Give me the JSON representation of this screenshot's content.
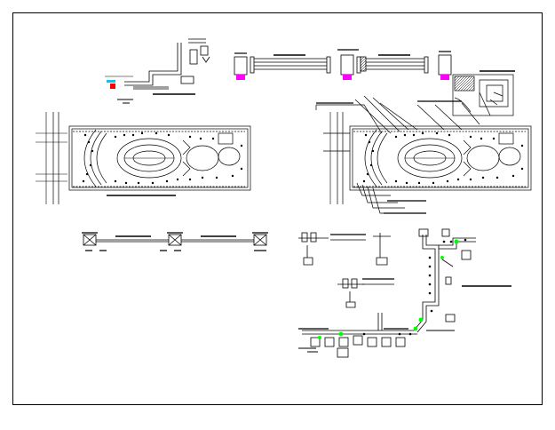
{
  "drawing": {
    "background": "#ffffff",
    "line_color": "#000000",
    "accent_magenta": "#ff00ff",
    "accent_green": "#00ff00",
    "accent_cyan": "#00c8ff",
    "views": [
      {
        "id": "top-left-detail",
        "label": ""
      },
      {
        "id": "top-pipe-elevation",
        "label": ""
      },
      {
        "id": "left-site-plan",
        "label": ""
      },
      {
        "id": "right-site-plan",
        "label": ""
      },
      {
        "id": "left-equipment-line",
        "label": ""
      },
      {
        "id": "right-network-diagram",
        "label": ""
      }
    ]
  }
}
